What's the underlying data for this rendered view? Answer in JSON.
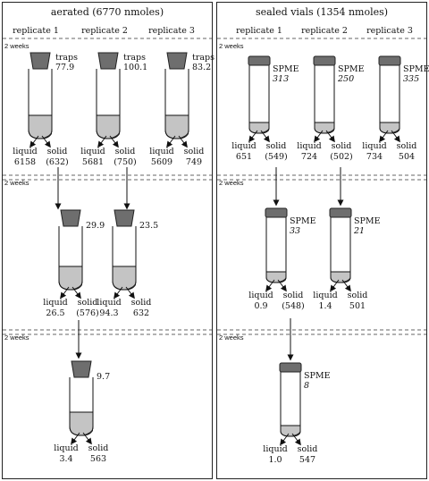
{
  "panels": {
    "aerated": {
      "title": "aerated (6770 nmoles)",
      "replicates": [
        "replicate 1",
        "replicate 2",
        "replicate 3"
      ],
      "weeks_label": "2 weeks",
      "rows": [
        [
          {
            "top_label": "traps",
            "top_value": "77.9",
            "liquid": "6158",
            "solid": "(632)"
          },
          {
            "top_label": "traps",
            "top_value": "100.1",
            "liquid": "5681",
            "solid": "(750)"
          },
          {
            "top_label": "traps",
            "top_value": "83.2",
            "liquid": "5609",
            "solid": "749"
          }
        ],
        [
          {
            "top_value": "29.9",
            "liquid": "26.5",
            "solid": "(576)"
          },
          {
            "top_value": "23.5",
            "liquid": "94.3",
            "solid": "632"
          }
        ],
        [
          {
            "top_value": "9.7",
            "liquid": "3.4",
            "solid": "563"
          }
        ]
      ]
    },
    "sealed": {
      "title": "sealed vials (1354 nmoles)",
      "replicates": [
        "replicate 1",
        "replicate 2",
        "replicate 3"
      ],
      "weeks_label": "2 weeks",
      "rows": [
        [
          {
            "top_label": "SPME",
            "top_value": "313",
            "liquid": "651",
            "solid": "(549)"
          },
          {
            "top_label": "SPME",
            "top_value": "250",
            "liquid": "724",
            "solid": "(502)"
          },
          {
            "top_label": "SPME",
            "top_value": "335",
            "liquid": "734",
            "solid": "504"
          }
        ],
        [
          {
            "top_label": "SPME",
            "top_value": "33",
            "liquid": "0.9",
            "solid": "(548)"
          },
          {
            "top_label": "SPME",
            "top_value": "21",
            "liquid": "1.4",
            "solid": "501"
          }
        ],
        [
          {
            "top_label": "SPME",
            "top_value": "8",
            "liquid": "1.0",
            "solid": "547"
          }
        ]
      ]
    }
  },
  "labels": {
    "liquid": "liquid",
    "solid": "solid"
  }
}
